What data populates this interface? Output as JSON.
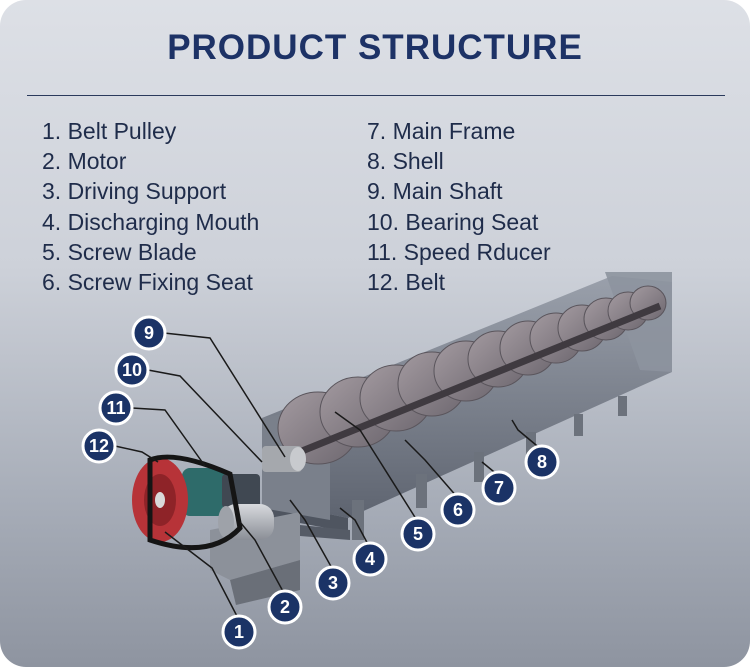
{
  "title": "PRODUCT  STRUCTURE",
  "parts_left": [
    "1. Belt Pulley",
    "2. Motor",
    "3. Driving Support",
    "4. Discharging Mouth",
    "5. Screw Blade",
    "6. Screw Fixing Seat"
  ],
  "parts_right": [
    "7. Main Frame",
    "8. Shell",
    "9. Main Shaft",
    "10. Bearing Seat",
    "11. Speed Rducer",
    "12. Belt"
  ],
  "callouts": [
    "1",
    "2",
    "3",
    "4",
    "5",
    "6",
    "7",
    "8",
    "9",
    "10",
    "11",
    "12"
  ],
  "colors": {
    "title": "#1d3266",
    "badge_fill": "#1b3366",
    "badge_border": "#ffffff",
    "leader_line": "#1a1a1a"
  }
}
